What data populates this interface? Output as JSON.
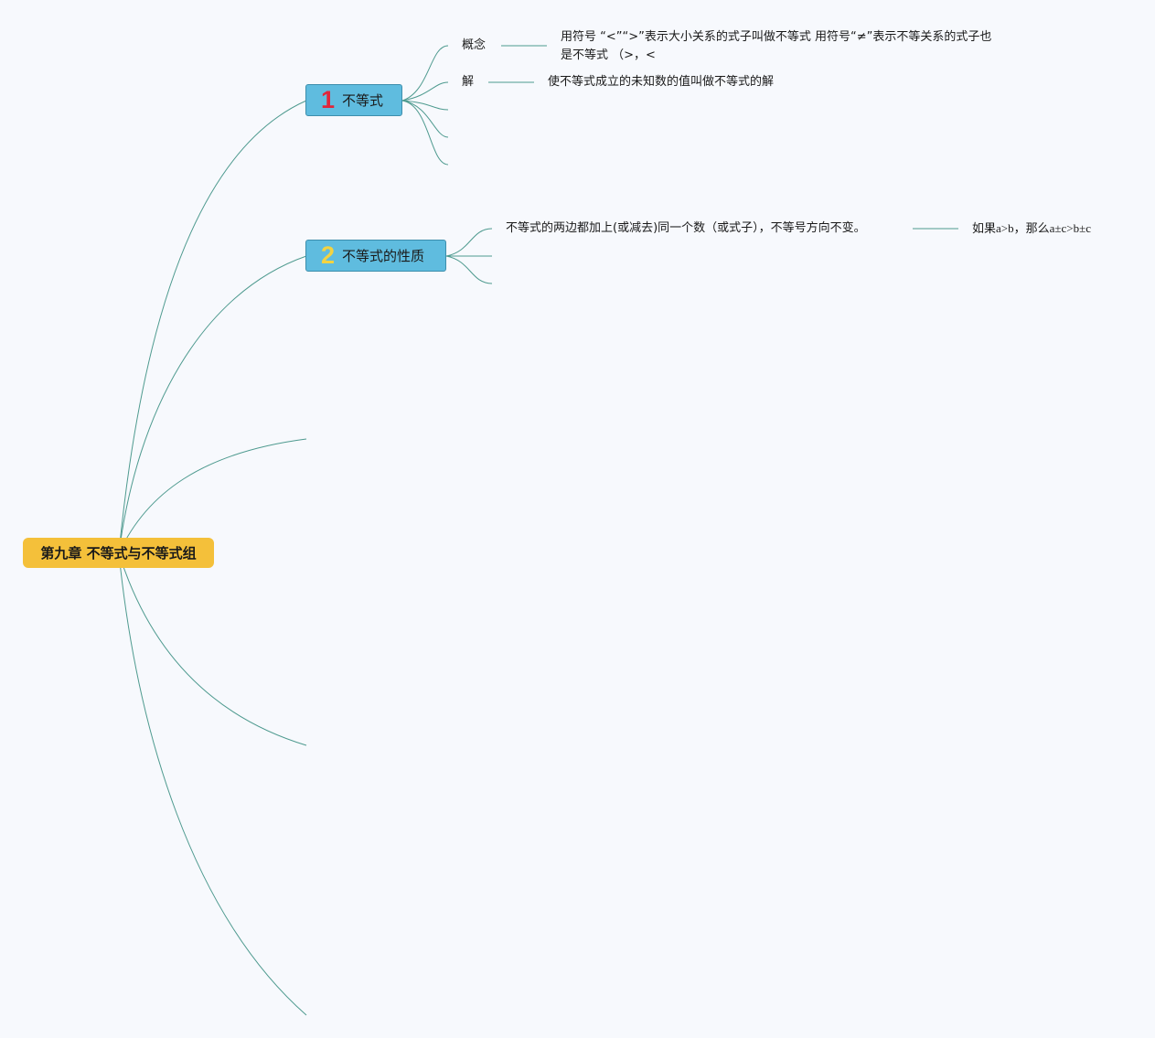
{
  "root": {
    "label": "第九章 不等式与不等式组"
  },
  "topics": [
    {
      "number": "1",
      "label": "不等式",
      "children": [
        {
          "label": "概念",
          "detail_line1": "用符号 “<”“>”表示大小关系的式子叫做不等式 用符号“≠”表示不等关系的式子也",
          "detail_line2": "是不等式 （>，<"
        },
        {
          "label": "解",
          "detail": "使不等式成立的未知数的值叫做不等式的解"
        }
      ]
    },
    {
      "number": "2",
      "label": "不等式的性质",
      "children": [
        {
          "label": "不等式的两边都加上(或减去)同一个数（或式子），不等号方向不变。",
          "detail": "如果a>b，那么a±c>b±c"
        }
      ]
    }
  ],
  "colors": {
    "background": "#f7f9fd",
    "connector": "#4e9a8f",
    "root_fill": "#f4c03a",
    "topic_fill": "#5fbcdf",
    "topic_border": "#3d8eac",
    "number_1": "#e0263b",
    "number_2": "#f3d341"
  }
}
